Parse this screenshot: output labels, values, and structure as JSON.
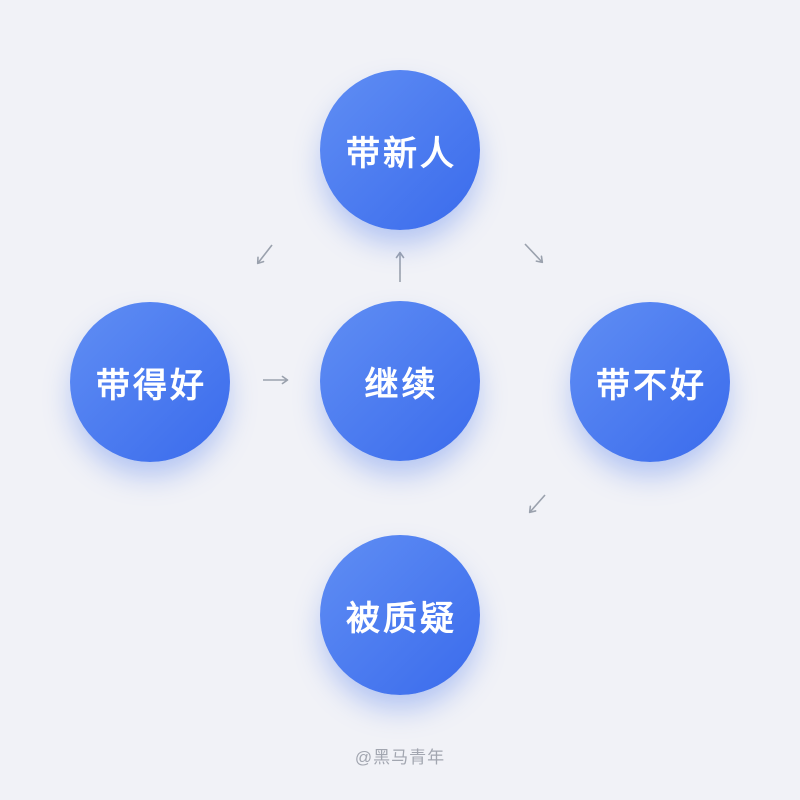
{
  "page": {
    "background_color": "#F1F2F7"
  },
  "diagram": {
    "title": "mentoring-newcomers-flow",
    "nodes": [
      {
        "id": "mentor-newcomer",
        "label": "带新人",
        "position": "top"
      },
      {
        "id": "mentor-well",
        "label": "带得好",
        "position": "left"
      },
      {
        "id": "continue",
        "label": "继续",
        "position": "center"
      },
      {
        "id": "mentor-poorly",
        "label": "带不好",
        "position": "right"
      },
      {
        "id": "questioned",
        "label": "被质疑",
        "position": "bottom"
      }
    ],
    "edges": [
      {
        "from": "带新人",
        "to": "带得好",
        "direction": "down-left"
      },
      {
        "from": "继续",
        "to": "带新人",
        "direction": "up"
      },
      {
        "from": "带新人",
        "to": "带不好",
        "direction": "down-right"
      },
      {
        "from": "带得好",
        "to": "继续",
        "direction": "right"
      },
      {
        "from": "带不好",
        "to": "被质疑",
        "direction": "down-left"
      }
    ],
    "node_gradient": [
      "#608EF4",
      "#3A6BEC"
    ],
    "node_text_color": "#FFFFFF",
    "arrow_color": "#9AA1AD"
  },
  "footer": {
    "watermark": "@黑马青年"
  }
}
